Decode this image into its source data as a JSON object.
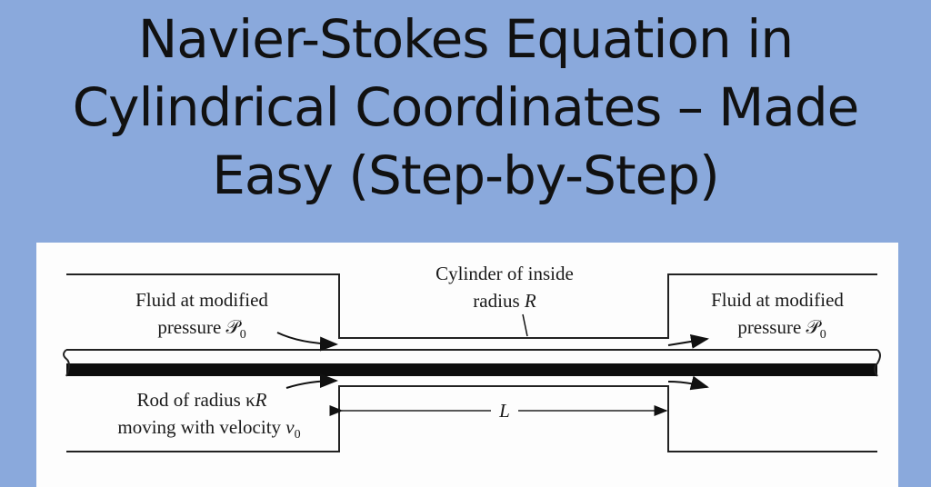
{
  "slide": {
    "title_lines": [
      "Navier-Stokes Equation in",
      "Cylindrical Coordinates – Made",
      "Easy (Step-by-Step)"
    ]
  },
  "diagram": {
    "left_fluid_line1": "Fluid at modified",
    "left_fluid_line2": "pressure 𝒫",
    "left_fluid_sub": "0",
    "cylinder_line1": "Cylinder of inside",
    "cylinder_line2": "radius ",
    "cylinder_var": "R",
    "right_fluid_line1": "Fluid at modified",
    "right_fluid_line2": "pressure 𝒫",
    "right_fluid_sub": "0",
    "rod_line1": "Rod of radius κ",
    "rod_var": "R",
    "rod_line2": "moving with velocity ",
    "rod_velocity": "v",
    "rod_velocity_sub": "0",
    "length_label": "L"
  },
  "colors": {
    "background": "#8aa9dc",
    "panel": "#fdfdfd"
  }
}
